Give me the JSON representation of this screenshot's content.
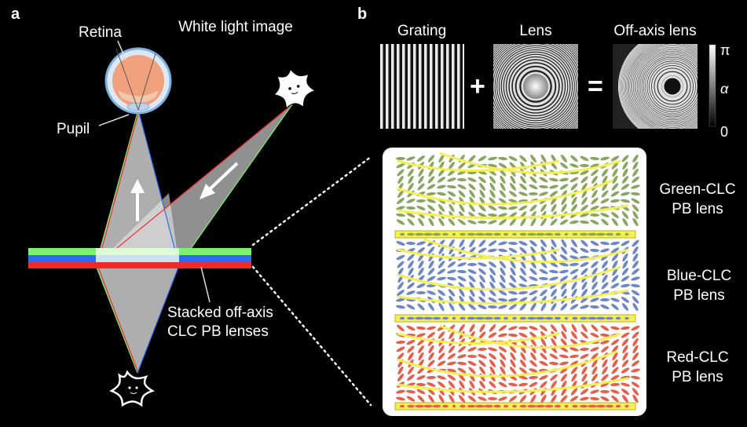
{
  "panels": {
    "a": {
      "letter": "a",
      "retina_label": "Retina",
      "white_light_label": "White light image",
      "pupil_label": "Pupil",
      "stack_label_line1": "Stacked off-axis",
      "stack_label_line2": "CLC PB lenses"
    },
    "b": {
      "letter": "b",
      "grating_label": "Grating",
      "lens_label": "Lens",
      "offaxis_label": "Off-axis lens",
      "plus_sign": "+",
      "equals_sign": "=",
      "colorbar_max": "π",
      "colorbar_symbol": "α",
      "colorbar_min": "0",
      "green_label_line1": "Green-CLC",
      "green_label_line2": "PB lens",
      "blue_label_line1": "Blue-CLC",
      "blue_label_line2": "PB lens",
      "red_label_line1": "Red-CLC",
      "red_label_line2": "PB lens"
    }
  },
  "colors": {
    "background": "#000000",
    "layer_green": "#7cf26e",
    "layer_blue": "#2a6cf5",
    "layer_red": "#f02a2a",
    "lc_green": "#8aa562",
    "lc_blue": "#6e86c2",
    "lc_red": "#e2604c",
    "lens_yellow": "#f4ef52",
    "beam_gray": "#bdbdbd"
  }
}
